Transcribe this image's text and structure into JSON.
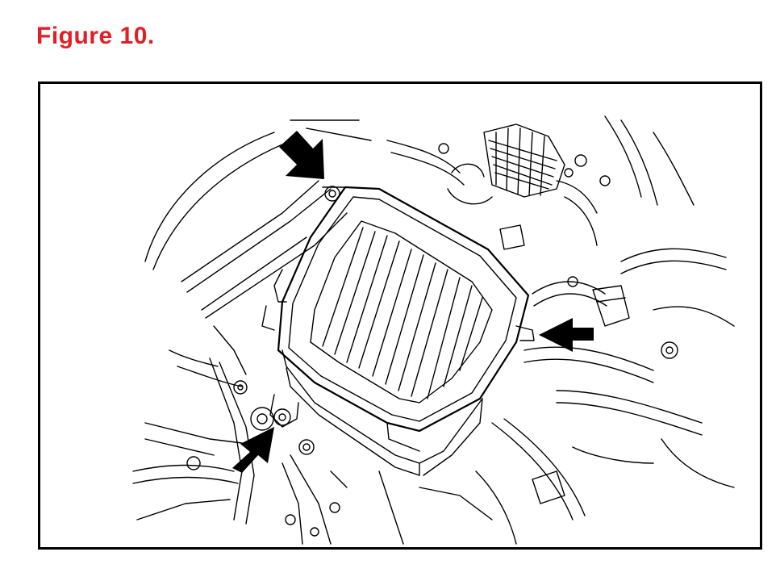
{
  "caption": {
    "text": "Figure 10.",
    "color": "#e31e24"
  },
  "illustration": {
    "style": "black line-art technical drawing",
    "subject_icon": "air-filter-housing-illustration",
    "arrow_count": 3,
    "arrow_color": "#000000"
  }
}
